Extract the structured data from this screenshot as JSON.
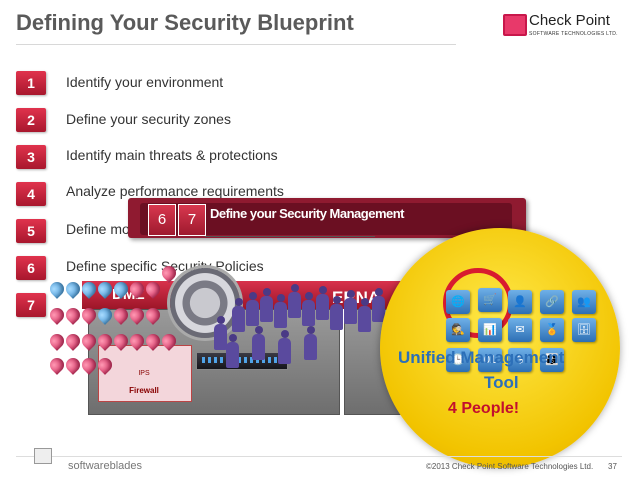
{
  "header": {
    "title": "Defining Your Security Blueprint",
    "logo_name": "Check Point",
    "logo_sub": "SOFTWARE TECHNOLOGIES LTD."
  },
  "steps": [
    {
      "num": "1",
      "text": "Identify your environment"
    },
    {
      "num": "2",
      "text": "Define your security zones"
    },
    {
      "num": "3",
      "text": "Identify main threats & protections"
    },
    {
      "num": "4",
      "text": "Analyze performance  requirements"
    },
    {
      "num": "5",
      "text": "Define modular packages"
    },
    {
      "num": "6",
      "text": "Define specific Security Policies"
    },
    {
      "num": "7",
      "text": ""
    }
  ],
  "popup": {
    "badge_a": "6",
    "badge_b": "7",
    "text": "Define your Security Management"
  },
  "diagram": {
    "banner_left": "DMZ",
    "banner_right": "ERNA",
    "firewall_label": "Firewall",
    "ips_label": "IPS"
  },
  "management": {
    "tool_line1": "Unified Management",
    "tool_line2": "Tool",
    "people_label": "4 People!"
  },
  "footer": {
    "brand": "softwareblades",
    "copyright": "©2013 Check Point Software Technologies Ltd.",
    "page": "37"
  },
  "colors": {
    "accent_red": "#c8173a",
    "title_gray": "#5a5a5a",
    "highlight_yellow": "#f2c400",
    "tool_blue": "#2c6fb8"
  }
}
